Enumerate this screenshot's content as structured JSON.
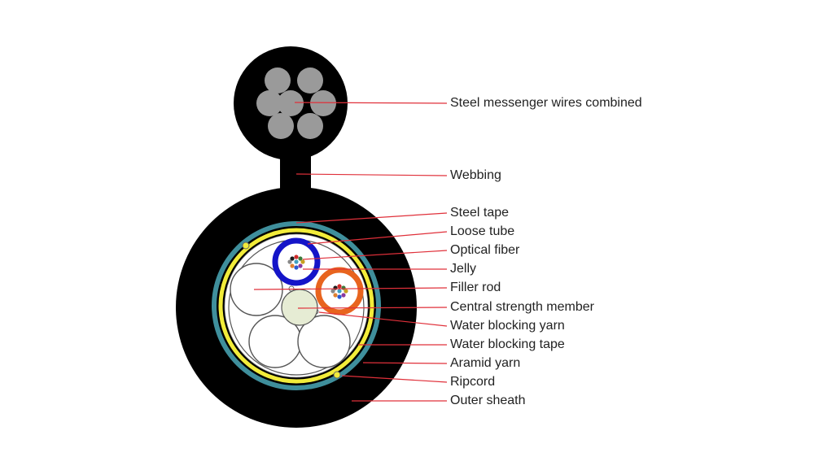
{
  "diagram": {
    "labels": [
      "Steel messenger wires combined",
      "Webbing",
      "Steel tape",
      "Loose tube",
      "Optical fiber",
      "Jelly",
      "Filler rod",
      "Central strength member",
      "Water blocking yarn",
      "Water blocking tape",
      "Aramid yarn",
      "Ripcord",
      "Outer sheath"
    ],
    "colors": {
      "sheath": "#000000",
      "steel_wire": "#9a9a9a",
      "steel_tape": "#3f8f9c",
      "water_blocking_tape": "#f2ec3a",
      "loose_tube_1": "#1414c8",
      "loose_tube_2": "#e8641e",
      "central_member": "#e6ecd4",
      "filler": "#ffffff",
      "leader_line": "#e0303a"
    }
  }
}
